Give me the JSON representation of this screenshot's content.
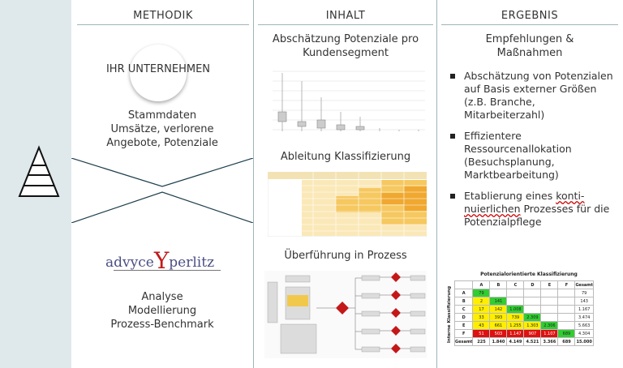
{
  "columns": {
    "methodik": "METHODIK",
    "inhalt": "INHALT",
    "ergebnis": "ERGEBNIS"
  },
  "methodik": {
    "circle_label": "IHR UNTERNEHMEN",
    "data_lines": [
      "Stammdaten",
      "Umsätze, verlorene",
      "Angebote, Potenziale"
    ],
    "logo_text": [
      "advyce",
      "Y",
      "perlitz"
    ],
    "analysis_lines": [
      "Analyse",
      "Modellierung",
      "Prozess-Benchmark"
    ]
  },
  "inhalt": {
    "title1_lines": [
      "Abschätzung Potenziale pro",
      "Kundensegment"
    ],
    "title2": "Ableitung Klassifizierung",
    "title3": "Überführung in Prozess"
  },
  "ergebnis": {
    "title_lines": [
      "Empfehlungen &",
      "Maßnahmen"
    ],
    "bullets": [
      "Abschätzung von Potenzialen auf Basis externer Größen (z.B. Branche, Mitarbeiterzahl)",
      "Effizientere Ressourcenallokation (Besuchsplanung, Marktbearbeitung)"
    ],
    "bullet3_parts": [
      "Etablierung eines ",
      "konti-nuierlichen",
      " Prozesses für die Potenzialpflege"
    ],
    "table_title": "Potenzialorientierte Klassifizierung",
    "table_side_label": "Interne Klassifizierung",
    "table_header": [
      "",
      "A",
      "B",
      "C",
      "D",
      "E",
      "F",
      "Gesamt"
    ],
    "table_rows": [
      [
        "A",
        "79",
        "",
        "",
        "",
        "",
        "",
        "79"
      ],
      [
        "B",
        "2",
        "141",
        "",
        "",
        "",
        "",
        "143"
      ],
      [
        "C",
        "17",
        "142",
        "1.008",
        "",
        "",
        "",
        "1.167"
      ],
      [
        "D",
        "33",
        "393",
        "739",
        "2.309",
        "",
        "",
        "3.474"
      ],
      [
        "E",
        "43",
        "661",
        "1.255",
        "1.303",
        "2.306",
        "",
        "5.663"
      ],
      [
        "F",
        "51",
        "503",
        "1.147",
        "907",
        "1.107",
        "689",
        "4.304"
      ],
      [
        "Gesamt",
        "225",
        "1.840",
        "4.149",
        "4.521",
        "3.366",
        "689",
        "15.000"
      ]
    ],
    "colors": {
      "green": "#33cc33",
      "yellow": "#ffee00",
      "red": "#dd1111"
    }
  }
}
